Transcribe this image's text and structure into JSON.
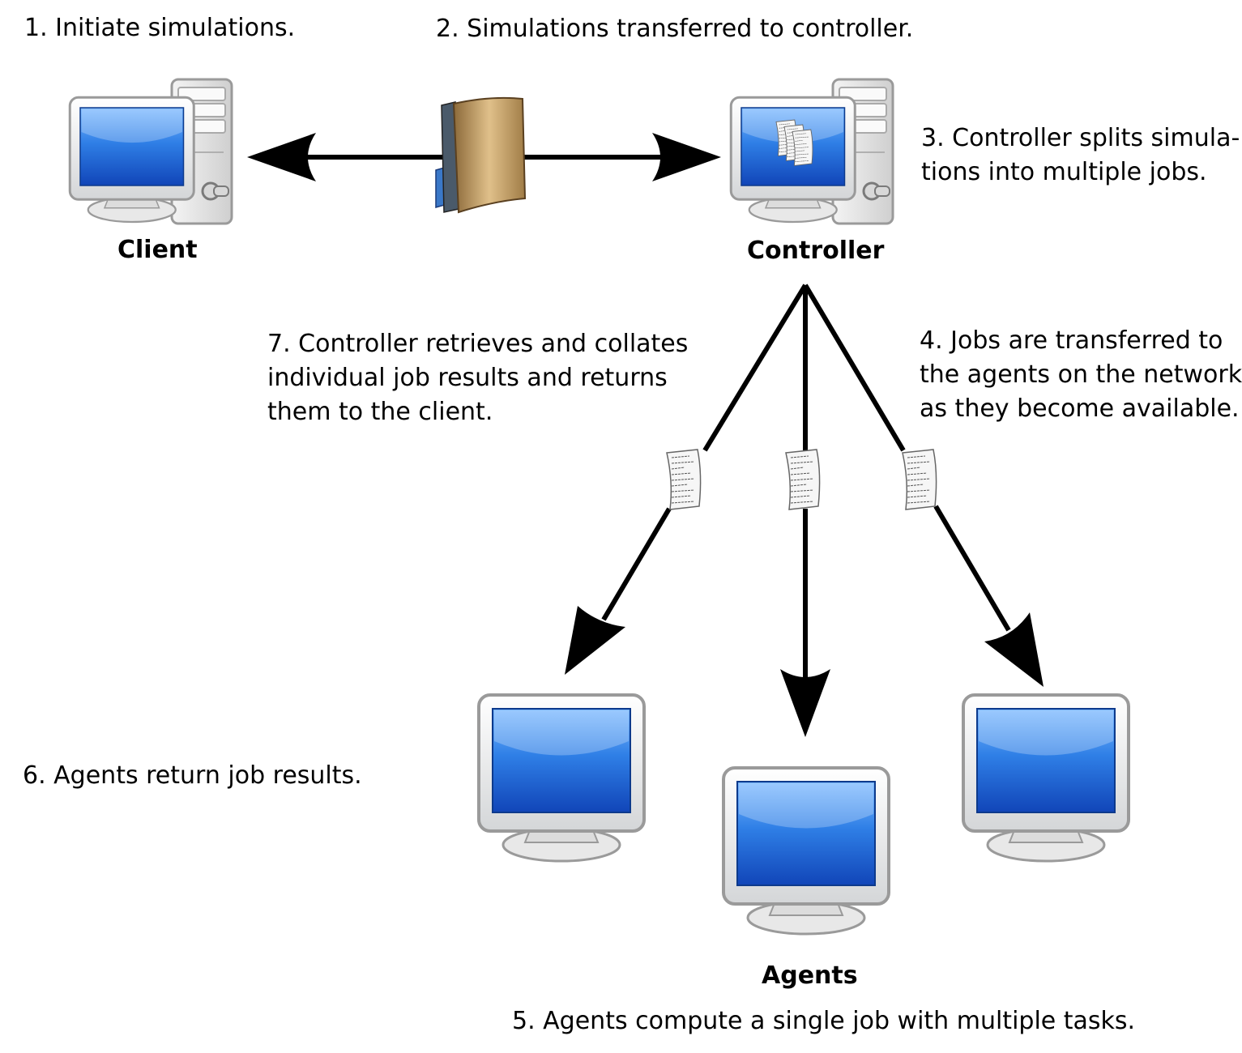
{
  "steps": {
    "step1": "1. Initiate simulations.",
    "step2": "2. Simulations transferred to controller.",
    "step3_line1": "3. Controller splits simula-",
    "step3_line2": "tions into multiple jobs.",
    "step4_line1": "4. Jobs are transferred to",
    "step4_line2": "the agents on the network",
    "step4_line3": "as they become available.",
    "step5": "5. Agents compute a single job with multiple tasks.",
    "step6": "6. Agents return job results.",
    "step7_line1": "7. Controller retrieves and collates",
    "step7_line2": "individual job results and returns",
    "step7_line3": "them to the client."
  },
  "labels": {
    "client": "Client",
    "controller": "Controller",
    "agents": "Agents"
  },
  "icons": {
    "client": "desktop-computer-with-tower-icon",
    "controller": "desktop-computer-with-tower-icon",
    "simulation_bundle": "book-binder-icon",
    "job": "document-page-icon",
    "agent": "monitor-icon"
  },
  "colors": {
    "screen_blue": "#1a5fc8",
    "screen_light": "#7ab8ff",
    "arrow": "#000000",
    "binder": "#c9a66b"
  }
}
